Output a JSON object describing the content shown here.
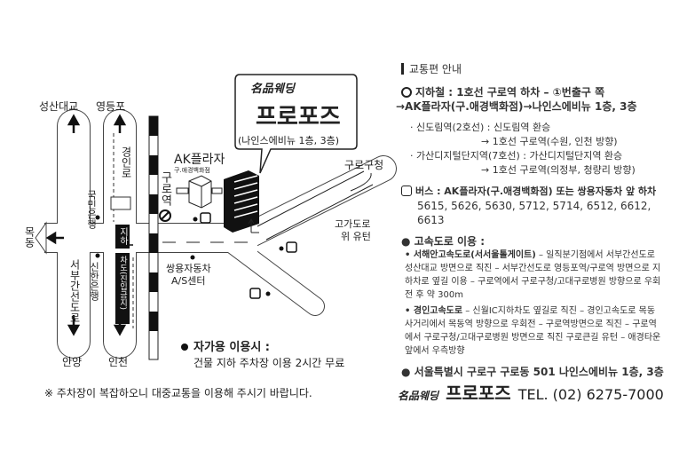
{
  "map": {
    "labels": {
      "seongsan": "성산대교",
      "yeongdeungpo": "영등포",
      "gyeongin_ro": "경인로",
      "kookmin_bank": "국민은행",
      "shinhan_bank": "신한은행",
      "mokdong": "목동",
      "seobu_ganseon": "서부간선도로",
      "anyang": "안양",
      "incheon": "인천",
      "underpass": "지하",
      "underpass_no_entry": "차도(진입금지)",
      "ak_plaza": "AK플라자",
      "ak_plaza_old": "구.애경백화점",
      "guro_station": "구로역",
      "guro_gucheong": "구로구청",
      "overpass_uturn_1": "고가도로",
      "overpass_uturn_2": "위 유턴",
      "ssangyong_1": "쌍용자동차",
      "ssangyong_2": "A/S센터"
    },
    "bubble": {
      "logo": "名品웨딩",
      "name": "프로포즈",
      "floor": "(나인스에비뉴 1층, 3층)"
    },
    "parking": {
      "title": "자가용 이용시 :",
      "text": "건물 지하 주차장 이용 2시간 무료"
    }
  },
  "info": {
    "heading": "교통편 안내",
    "subway": {
      "line1": "지하철 : 1호선 구로역 하차 – ①번출구 쪽",
      "line2": "→AK플라자(구.애경백화점)→나인스에비뉴 1층, 3층",
      "transfer1a": "· 신도림역(2호선) : 신도림역 환승",
      "transfer1b": "→ 1호선 구로역(수원, 인천 방향)",
      "transfer2a": "· 가산디지털단지역(7호선) : 가산디지털단지역 환승",
      "transfer2b": "→ 1호선 구로역(의정부, 청량리 방향)"
    },
    "bus": {
      "line1": "버스 : AK플라자(구.애경백화점) 또는 쌍용자동차 앞 하차",
      "routes": "5615, 5626, 5630, 5712, 5714, 6512, 6612, 6613"
    },
    "highway": {
      "title": "● 고속도로 이용 :",
      "r1_name": "• 서해안고속도로(서서울톨게이트)",
      "r1_text": " – 일직분기점에서 서부간선도로 성산대교 방면으로 직진 – 서부간선도로 영등포역/구로역 방면으로 지하차로 옆길 이용 – 구로역에서 구로구청/고대구로병원 방향으로 우회전 후 약 300m",
      "r2_name": "• 경인고속도로",
      "r2_text": " – 신월IC지하차도 옆길로 직진 – 경인고속도로 목동사거리에서 목동역 방향으로 우회전 – 구로역방면으로 직진 – 구로역에서 구로구청/고대구로병원 방면으로 직진 구로큰길 유턴 – 애경타운 앞에서 우측방향"
    },
    "address": "● 서울특별시 구로구 구로동 501 나인스에비뉴 1층, 3층"
  },
  "footer": {
    "notice": "※ 주차장이 복잡하오니 대중교통을 이용해 주시기 바랍니다.",
    "logo": "名品웨딩",
    "name": "프로포즈",
    "tel": "TEL. (02) 6275-7000"
  }
}
